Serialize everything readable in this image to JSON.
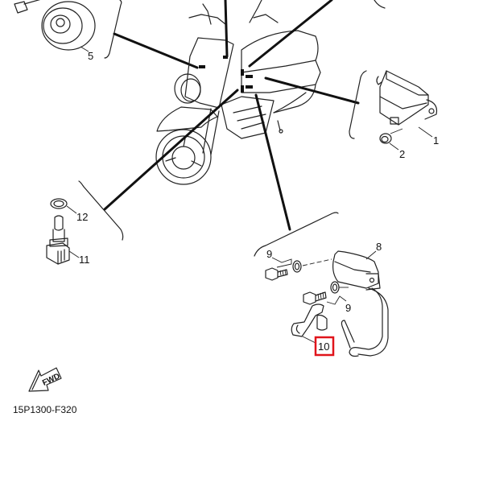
{
  "diagram": {
    "title_code": "15P1300-F320",
    "fwd_label": "FWD",
    "highlighted_part": "10",
    "highlight_color": "#e0141b",
    "parts": [
      {
        "ref": "1"
      },
      {
        "ref": "2"
      },
      {
        "ref": "5"
      },
      {
        "ref": "8"
      },
      {
        "ref": "9"
      },
      {
        "ref": "9"
      },
      {
        "ref": "10"
      },
      {
        "ref": "11"
      },
      {
        "ref": "12"
      }
    ]
  }
}
